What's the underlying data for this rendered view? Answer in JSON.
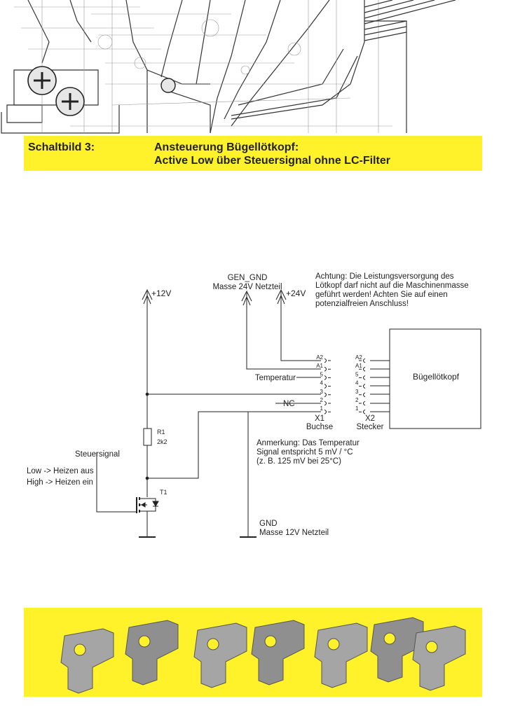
{
  "header": {
    "label": "Schaltbild 3:",
    "title_line1": "Ansteuerung Bügellötkopf:",
    "title_line2": "Active Low über Steuersignal ohne LC-Filter"
  },
  "colors": {
    "banner": "#fff22a",
    "line": "#222222",
    "part": "#9a9a9a"
  },
  "schematic": {
    "supply_12v": "+12V",
    "gen_gnd": "GEN_GND",
    "gen_gnd_desc": "Masse 24V Netzteil",
    "supply_24v": "+24V",
    "warning": [
      "Achtung: Die Leistungsversorgung des",
      "Lötkopf darf nicht auf die Maschinenmasse",
      "geführt werden! Achten Sie auf einen",
      "potenzialfreien Anschluss!"
    ],
    "temperature": "Temperatur",
    "nc": "NC",
    "x1_pins": [
      "A2",
      "A1",
      "5",
      "4",
      "3",
      "2",
      "1"
    ],
    "x2_pins": [
      "A2",
      "A1",
      "5",
      "4",
      "3",
      "2",
      "1"
    ],
    "x1_name": "X1",
    "x1_desc": "Buchse",
    "x2_name": "X2",
    "x2_desc": "Stecker",
    "device": "Bügellötkopf",
    "r1_name": "R1",
    "r1_value": "2k2",
    "t1_name": "T1",
    "steuersignal": "Steuersignal",
    "low": "Low -> Heizen aus",
    "high": "High -> Heizen ein",
    "note": [
      "Anmerkung: Das Temperatur",
      "Signal entspricht 5 mV / °C",
      "(z. B. 125 mV bei 25°C)"
    ],
    "gnd": "GND",
    "gnd_desc": "Masse 12V Netzteil"
  }
}
